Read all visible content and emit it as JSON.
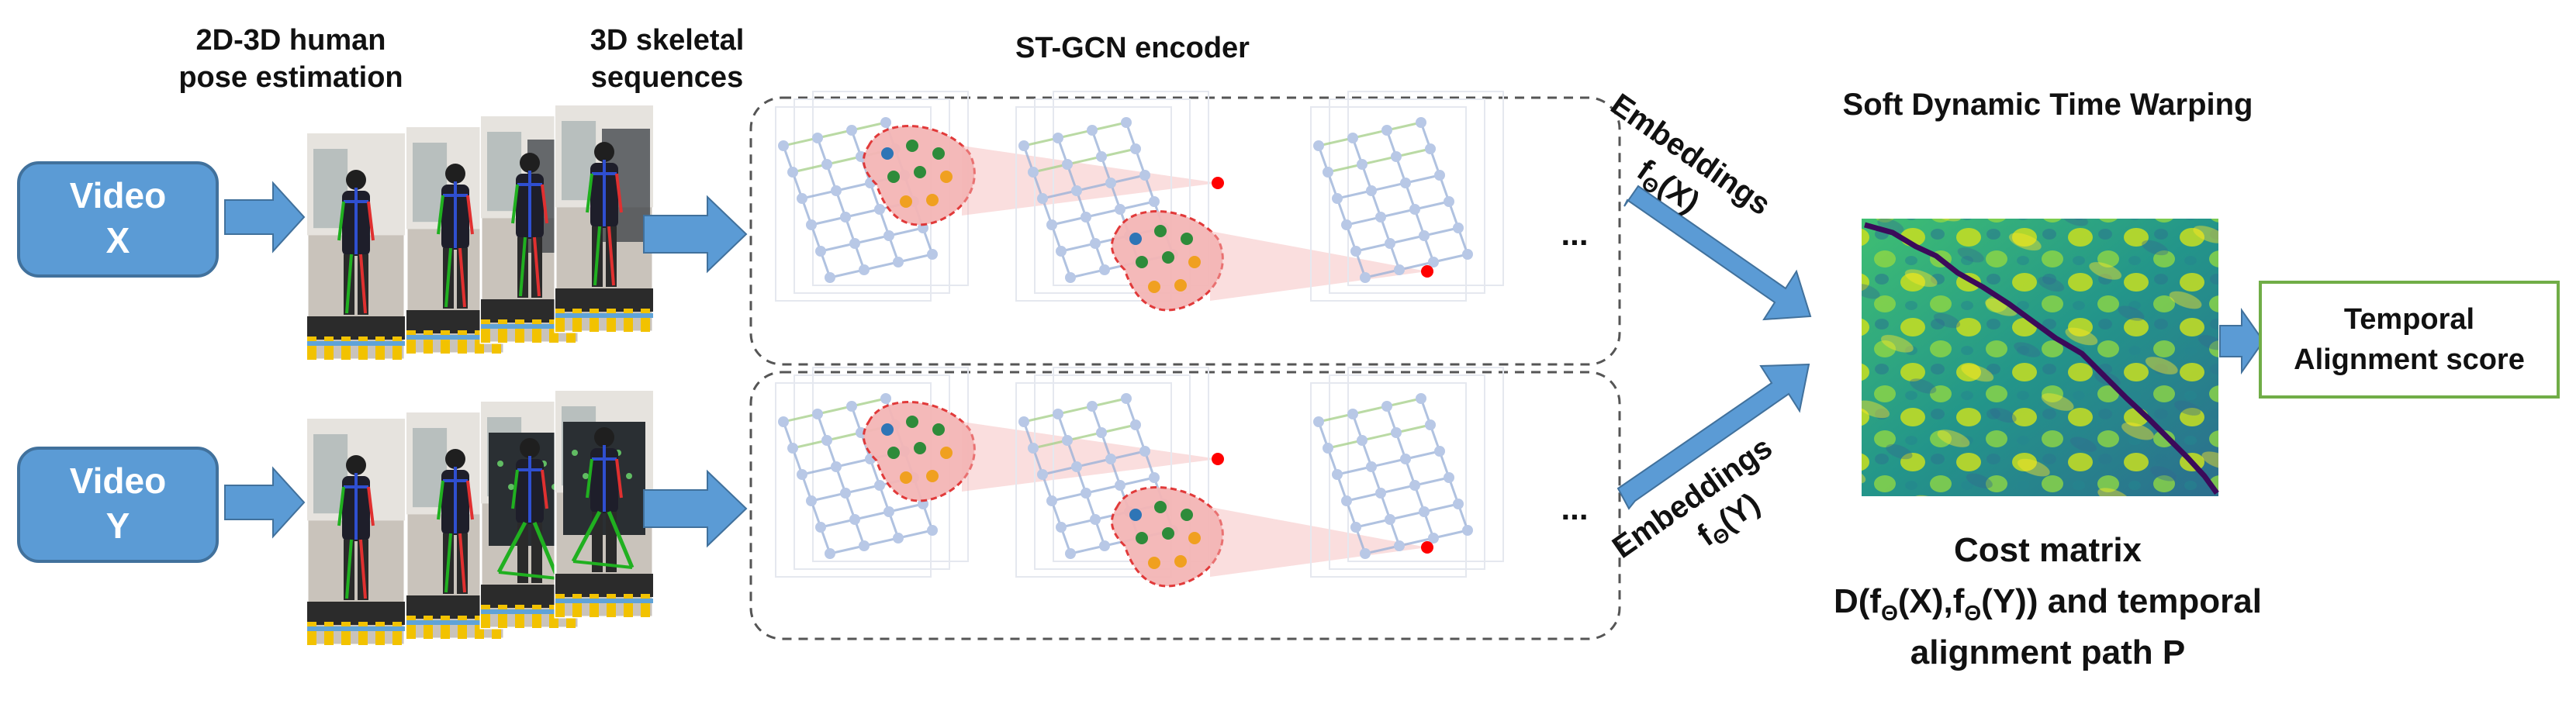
{
  "labels": {
    "pose_estimation_line1": "2D-3D human",
    "pose_estimation_line2": "pose estimation",
    "skeletal_line1": "3D skeletal",
    "skeletal_line2": "sequences",
    "encoder": "ST-GCN encoder",
    "dtw": "Soft Dynamic Time Warping",
    "score_line1": "Temporal",
    "score_line2": "Alignment score",
    "cost_line1": "Cost matrix",
    "cost_line2": "and temporal",
    "cost_line3": "alignment path P",
    "cost_formula_D": "D(f",
    "cost_formula_theta": "Θ",
    "cost_formula_X": "(X),f",
    "cost_formula_Y": "(Y))",
    "ellipsis": "..."
  },
  "videos": [
    {
      "line1": "Video",
      "line2": "X"
    },
    {
      "line1": "Video",
      "line2": "Y"
    }
  ],
  "embeddings": [
    {
      "label": "Embeddings",
      "f": "f",
      "theta": "Θ",
      "arg": "(X)"
    },
    {
      "label": "Embeddings",
      "f": "f",
      "theta": "Θ",
      "arg": "(Y)"
    }
  ],
  "colors": {
    "video_box": "#5b9bd5",
    "video_box_border": "#41719c",
    "arrow": "#5b9bd5",
    "score_border": "#70ad47",
    "receptive_field": "#f4b6b6",
    "receptive_border": "#e03030",
    "node_blue": "#2e75b6",
    "node_green": "#2e8b3a",
    "node_orange": "#f0a020",
    "node_red": "#ff0000",
    "skeleton_blue": "#9db3d9",
    "skeleton_green": "#a9d18e",
    "path": "#3b0a5a"
  }
}
